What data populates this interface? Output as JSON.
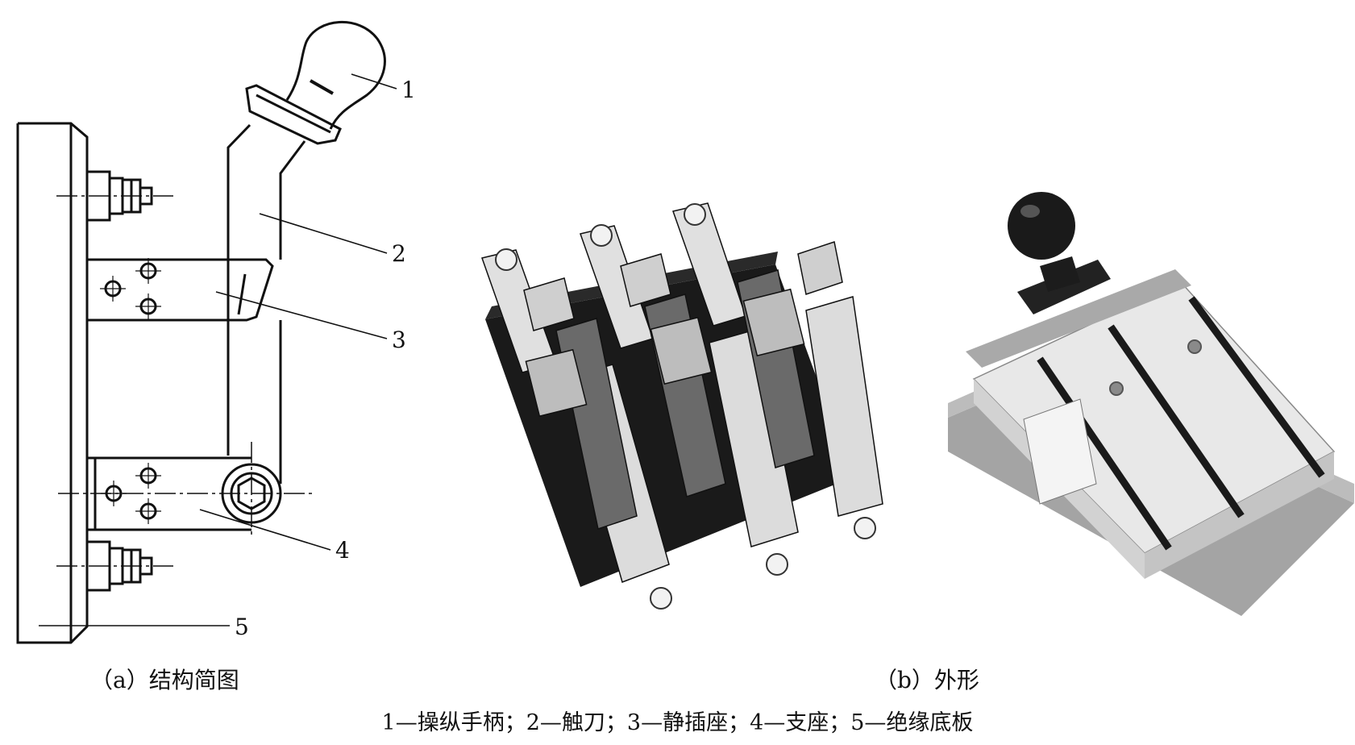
{
  "labels": {
    "l1": "1",
    "l2": "2",
    "l3": "3",
    "l4": "4",
    "l5": "5"
  },
  "captions": {
    "a": "（a）结构简图",
    "b": "（b）外形",
    "legend": "1—操纵手柄；2—触刀；3—静插座；4—支座；5—绝缘底板"
  },
  "colors": {
    "line": "#111111",
    "photo_dark": "#1a1a1a",
    "photo_light": "#e6e6e6",
    "photo_mid": "#9a9a9a"
  }
}
